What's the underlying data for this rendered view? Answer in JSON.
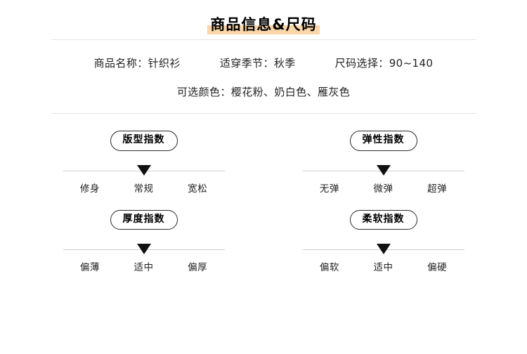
{
  "page": {
    "title": "商品信息&尺码",
    "highlight_color": "#fad6a9",
    "divider_color": "#e3e3e3",
    "marker_color": "#111111"
  },
  "info": {
    "primary": [
      {
        "label": "商品名称：",
        "value": "针织衫"
      },
      {
        "label": "适穿季节：",
        "value": "秋季"
      },
      {
        "label": "尺码选择：",
        "value": "90~140"
      }
    ],
    "secondary": {
      "label": "可选颜色：",
      "value": "樱花粉、奶白色、雁灰色"
    }
  },
  "indices": [
    {
      "name": "版型指数",
      "options": [
        "修身",
        "常规",
        "宽松"
      ],
      "selected_index": 1,
      "selected": "常规"
    },
    {
      "name": "弹性指数",
      "options": [
        "无弹",
        "微弹",
        "超弹"
      ],
      "selected_index": 1,
      "selected": "微弹"
    },
    {
      "name": "厚度指数",
      "options": [
        "偏薄",
        "适中",
        "偏厚"
      ],
      "selected_index": 1,
      "selected": "适中"
    },
    {
      "name": "柔软指数",
      "options": [
        "偏软",
        "适中",
        "偏硬"
      ],
      "selected_index": 1,
      "selected": "适中"
    }
  ]
}
